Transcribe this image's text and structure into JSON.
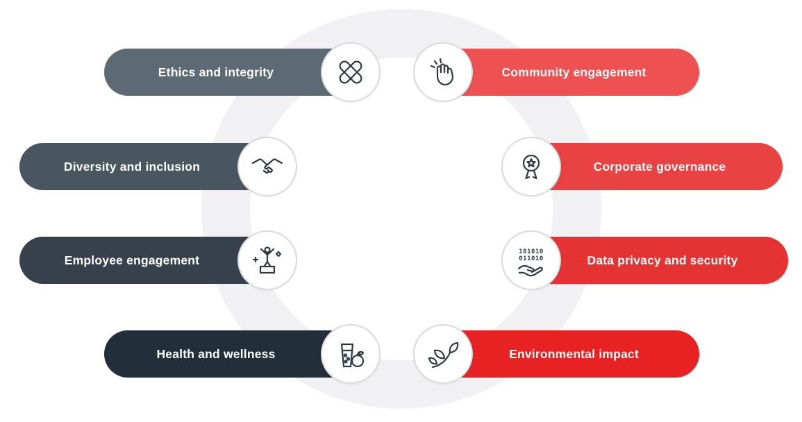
{
  "diagram": {
    "ring_color": "#f1f1f4",
    "icon_stroke_color": "#2c3844",
    "left_items": [
      {
        "label": "Ethics and integrity",
        "icon": "united-hands-icon",
        "color": "#5d6a74"
      },
      {
        "label": "Diversity and inclusion",
        "icon": "handshake-icon",
        "color": "#49555f"
      },
      {
        "label": "Employee engagement",
        "icon": "celebration-podium-icon",
        "color": "#36414b"
      },
      {
        "label": "Health and wellness",
        "icon": "healthy-lifestyle-icon",
        "color": "#222e39"
      }
    ],
    "right_items": [
      {
        "label": "Community engagement",
        "icon": "clapping-hands-icon",
        "color": "#ee5152"
      },
      {
        "label": "Corporate governance",
        "icon": "award-rosette-icon",
        "color": "#e84242"
      },
      {
        "label": "Data privacy and security",
        "icon": "data-in-hand-icon",
        "color": "#e53232"
      },
      {
        "label": "Environmental impact",
        "icon": "leaves-icon",
        "color": "#e82222"
      }
    ],
    "data_icon_text": [
      "101010",
      "011010"
    ]
  }
}
